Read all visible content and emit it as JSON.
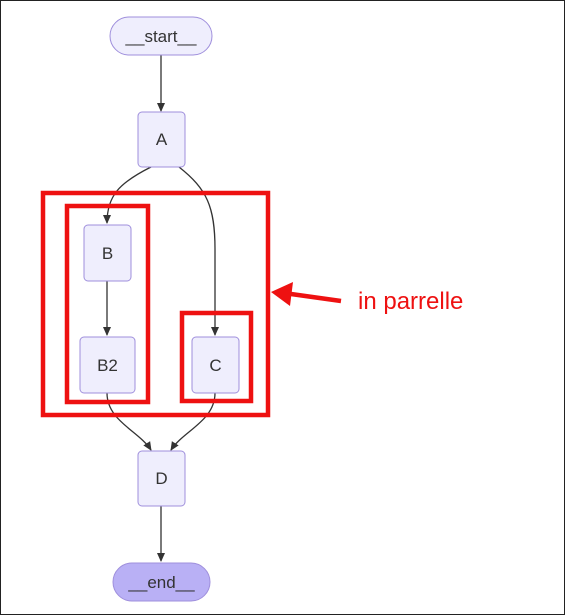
{
  "diagram": {
    "nodes": {
      "start": "__start__",
      "a": "A",
      "b": "B",
      "b2": "B2",
      "c": "C",
      "d": "D",
      "end": "__end__"
    },
    "annotation": "in parrelle",
    "colors": {
      "node_fill": "#efeefd",
      "node_stroke": "#9f8fdc",
      "end_fill": "#b9b0f5",
      "edge": "#333333",
      "highlight": "#ee1111"
    }
  }
}
